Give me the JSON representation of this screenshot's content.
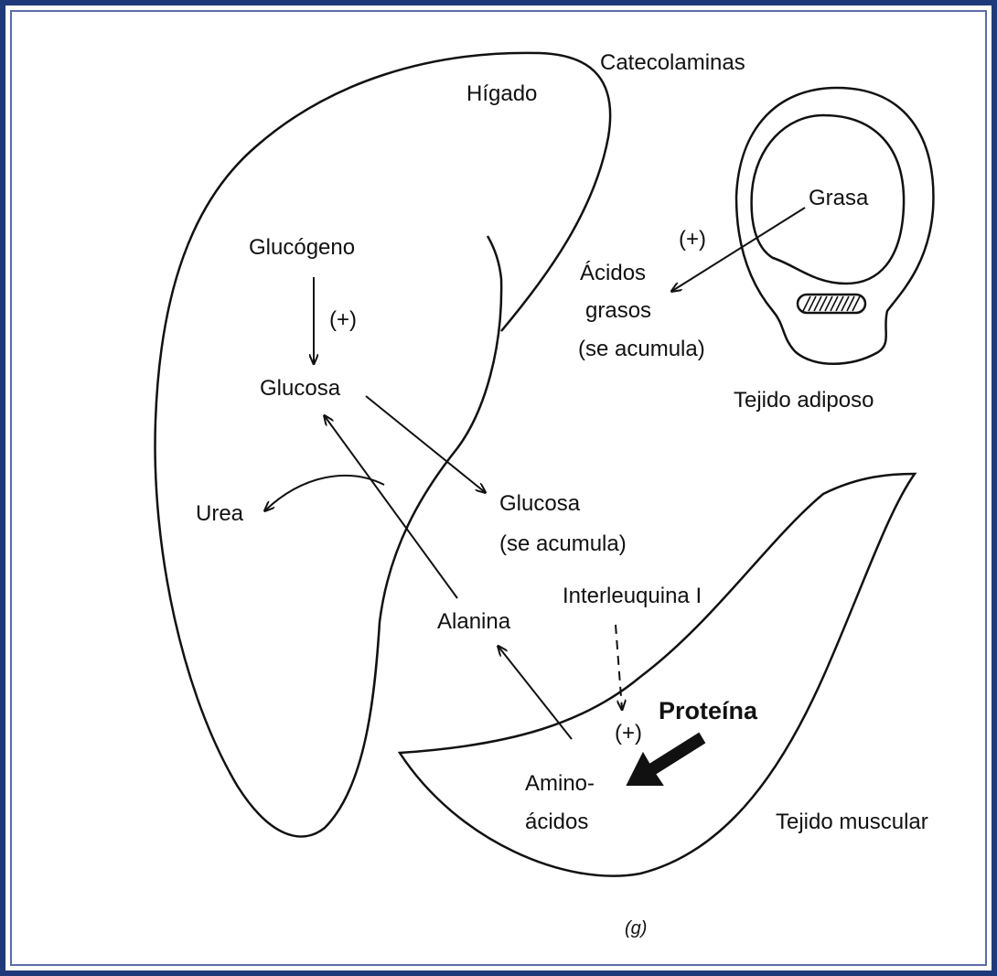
{
  "colors": {
    "frame_outer": "#1f3a7a",
    "frame_inner": "#5a6fa8",
    "ink": "#111111",
    "background": "#ffffff"
  },
  "labels": {
    "catecolaminas": "Catecolaminas",
    "higado": "Hígado",
    "glucogeno": "Glucógeno",
    "plus_higado": "(+)",
    "glucosa": "Glucosa",
    "urea": "Urea",
    "glucosa_acumula_1": "Glucosa",
    "glucosa_acumula_2": "(se acumula)",
    "alanina": "Alanina",
    "interleuquina": "Interleuquina I",
    "plus_musculo": "(+)",
    "proteina": "Proteína",
    "amino_1": "Amino-",
    "amino_2": "ácidos",
    "tejido_muscular": "Tejido muscular",
    "grasa": "Grasa",
    "plus_grasa": "(+)",
    "acidos_1": "Ácidos",
    "acidos_2": "grasos",
    "acidos_3": "(se acumula)",
    "tejido_adiposo": "Tejido adiposo",
    "caption": "(g)"
  }
}
